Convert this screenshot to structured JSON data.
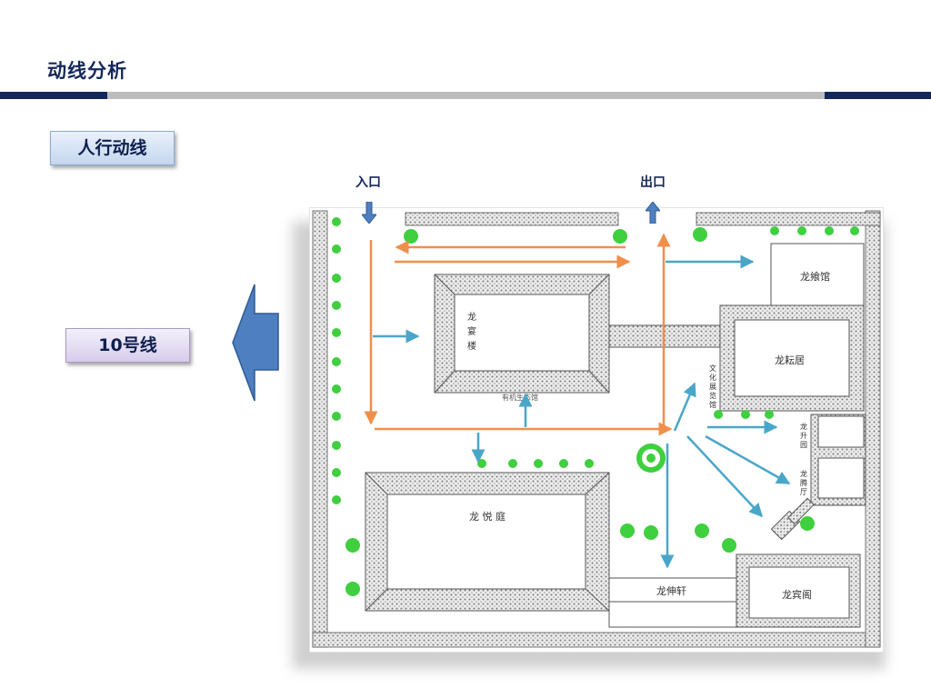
{
  "header": {
    "title": "动线分析"
  },
  "tags": {
    "pedestrian": "人行动线",
    "line10": "10号线"
  },
  "map": {
    "entrance": "入口",
    "exit": "出口",
    "buildings": {
      "longyan_lou": [
        "龙",
        "宴",
        "楼"
      ],
      "youji_shucai": "有机生态馆",
      "longyue_ting": "龙 悦 庭",
      "longshen_xuan": "龙伸轩",
      "longbin_ge": "龙宾阁",
      "longyun_ju": "龙耘居",
      "longxiang_guan": "龙飨馆",
      "wenhua_zhanlan": [
        "文",
        "化",
        "展",
        "览",
        "馆"
      ],
      "longsheng_yuan": [
        "龙",
        "升",
        "园"
      ],
      "longteng_ting": [
        "龙",
        "腾",
        "厅"
      ]
    }
  },
  "colors": {
    "navy": "#14275a",
    "orange_route": "#f08f4b",
    "blue_route": "#4aa6c8",
    "tree_green": "#3fcf3f",
    "big_arrow": "#4e7fc1",
    "hatch_wall": "#9a9a9a"
  },
  "icons": {
    "entrance_arrow": "down-arrow-icon",
    "exit_arrow": "up-arrow-icon",
    "tree": "tree-icon",
    "big_left_arrow": "left-arrow-icon"
  }
}
